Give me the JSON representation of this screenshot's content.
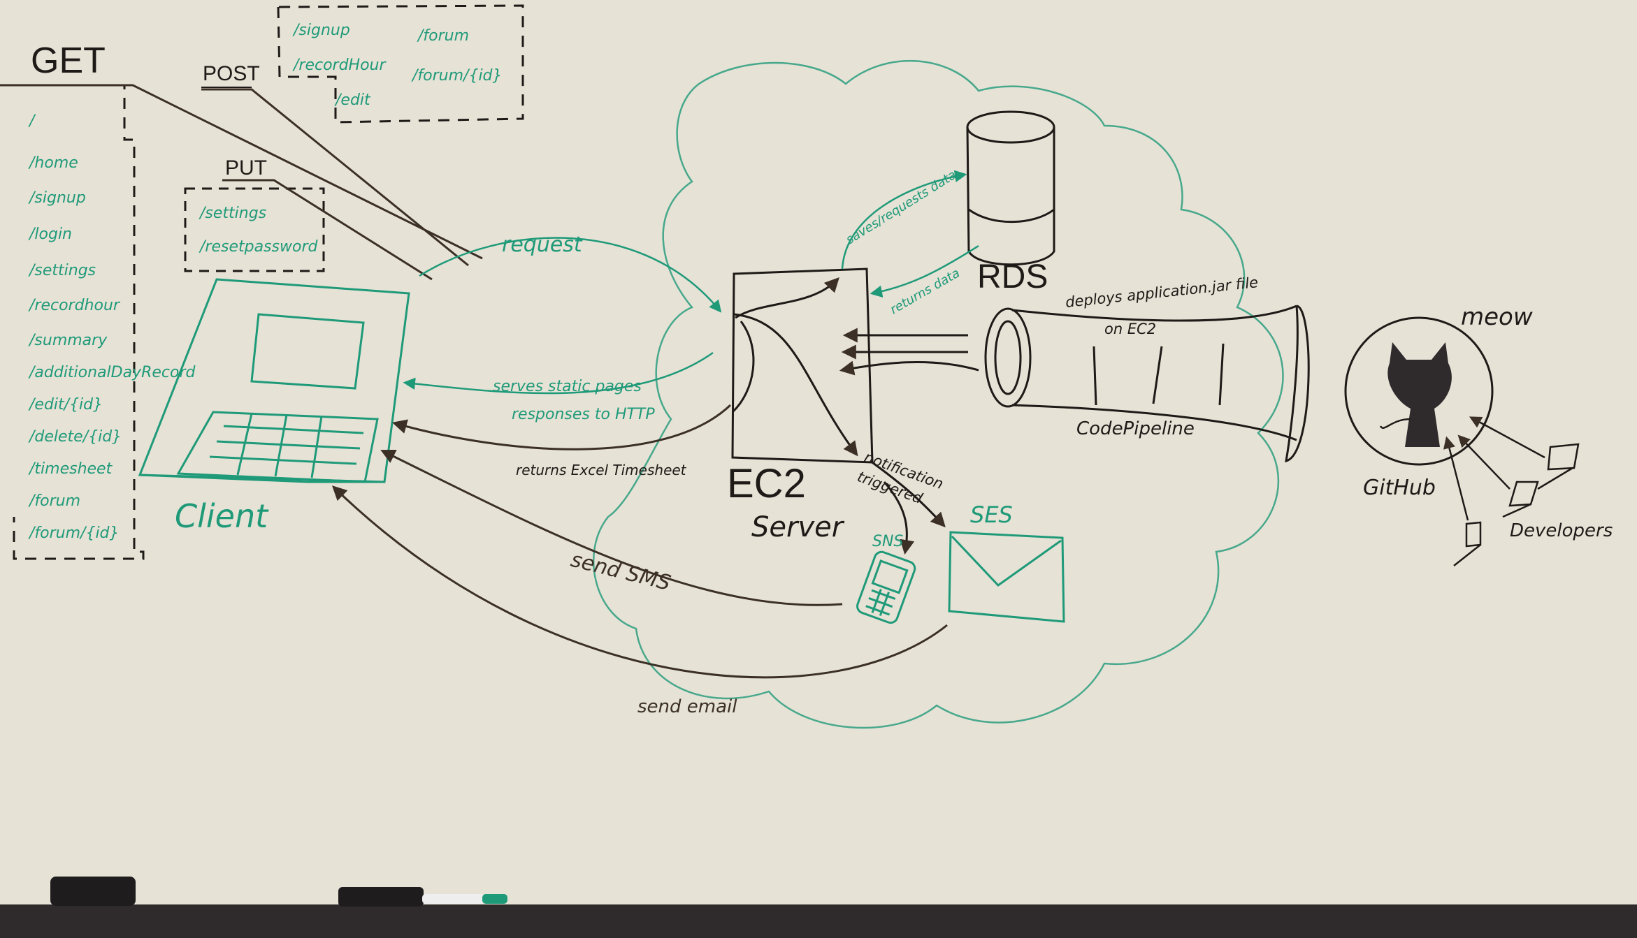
{
  "colors": {
    "board": "#e6e2d6",
    "green_ink": "#1f9a79",
    "dark_ink": "#3b2f26",
    "black_ink": "#1d1a17",
    "tray": "#2f2a2c"
  },
  "methods": {
    "get": {
      "title": "GET",
      "routes": [
        "/",
        "/home",
        "/signup",
        "/login",
        "/settings",
        "/recordhour",
        "/summary",
        "/additionalDayRecord",
        "/edit/{id}",
        "/delete/{id}",
        "/timesheet",
        "/forum",
        "/forum/{id}"
      ]
    },
    "post": {
      "title": "POST",
      "routes": [
        "/signup",
        "/recordHour",
        "/edit",
        "/forum",
        "/forum/{id}"
      ]
    },
    "put": {
      "title": "PUT",
      "routes": [
        "/settings",
        "/resetpassword"
      ]
    }
  },
  "labels": {
    "client": "Client",
    "request": "request",
    "serves_static_1": "serves static pages",
    "serves_static_2": "responses to HTTP",
    "returns_excel": "returns Excel Timesheet",
    "send_sms": "send SMS",
    "send_email": "send email",
    "ec2": "EC2",
    "server": "Server",
    "notification": "notification",
    "triggered": "triggered",
    "sns": "SNS",
    "ses": "SES",
    "rds": "RDS",
    "saves_requests": "saves/requests data",
    "returns_data": "returns data",
    "deploys_1": "deploys application.jar file",
    "deploys_2": "on EC2",
    "codepipeline": "CodePipeline",
    "meow": "meow",
    "github": "GitHub",
    "developers": "Developers"
  },
  "icons": [
    "laptop-icon",
    "database-icon",
    "pipe-icon",
    "github-octocat-icon",
    "phone-icon",
    "envelope-icon",
    "cloud-outline",
    "developer-laptop-icon"
  ]
}
